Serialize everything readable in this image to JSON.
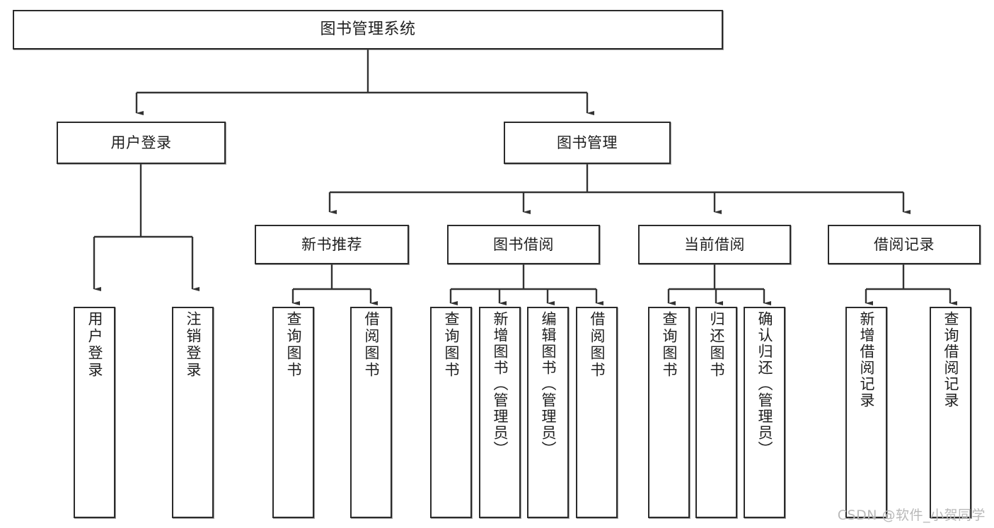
{
  "diagram": {
    "title": "图书管理系统",
    "type": "tree",
    "root": {
      "label": "图书管理系统"
    },
    "level1": [
      {
        "label": "用户登录"
      },
      {
        "label": "图书管理"
      }
    ],
    "level2": [
      {
        "label": "新书推荐",
        "parent": "图书管理"
      },
      {
        "label": "图书借阅",
        "parent": "图书管理"
      },
      {
        "label": "当前借阅",
        "parent": "图书管理"
      },
      {
        "label": "借阅记录",
        "parent": "图书管理"
      }
    ],
    "leaves": {
      "user_login": [
        {
          "label": "用户登录"
        },
        {
          "label": "注销登录"
        }
      ],
      "new_book_recommend": [
        {
          "label": "查询图书"
        },
        {
          "label": "借阅图书"
        }
      ],
      "book_borrow": [
        {
          "label": "查询图书"
        },
        {
          "label": "新增图书（管理员）"
        },
        {
          "label": "编辑图书（管理员）"
        },
        {
          "label": "借阅图书"
        }
      ],
      "current_borrow": [
        {
          "label": "查询图书"
        },
        {
          "label": "归还图书"
        },
        {
          "label": "确认归还（管理员）"
        }
      ],
      "borrow_records": [
        {
          "label": "新增借阅记录"
        },
        {
          "label": "查询借阅记录"
        }
      ]
    }
  },
  "watermark": {
    "text": "CSDN @软件_小贺同学"
  },
  "colors": {
    "background": "#ffffff",
    "border": "#2b2b2b",
    "text": "#1f1f1f",
    "connector": "#333333",
    "watermark": "#b9b9b9"
  }
}
